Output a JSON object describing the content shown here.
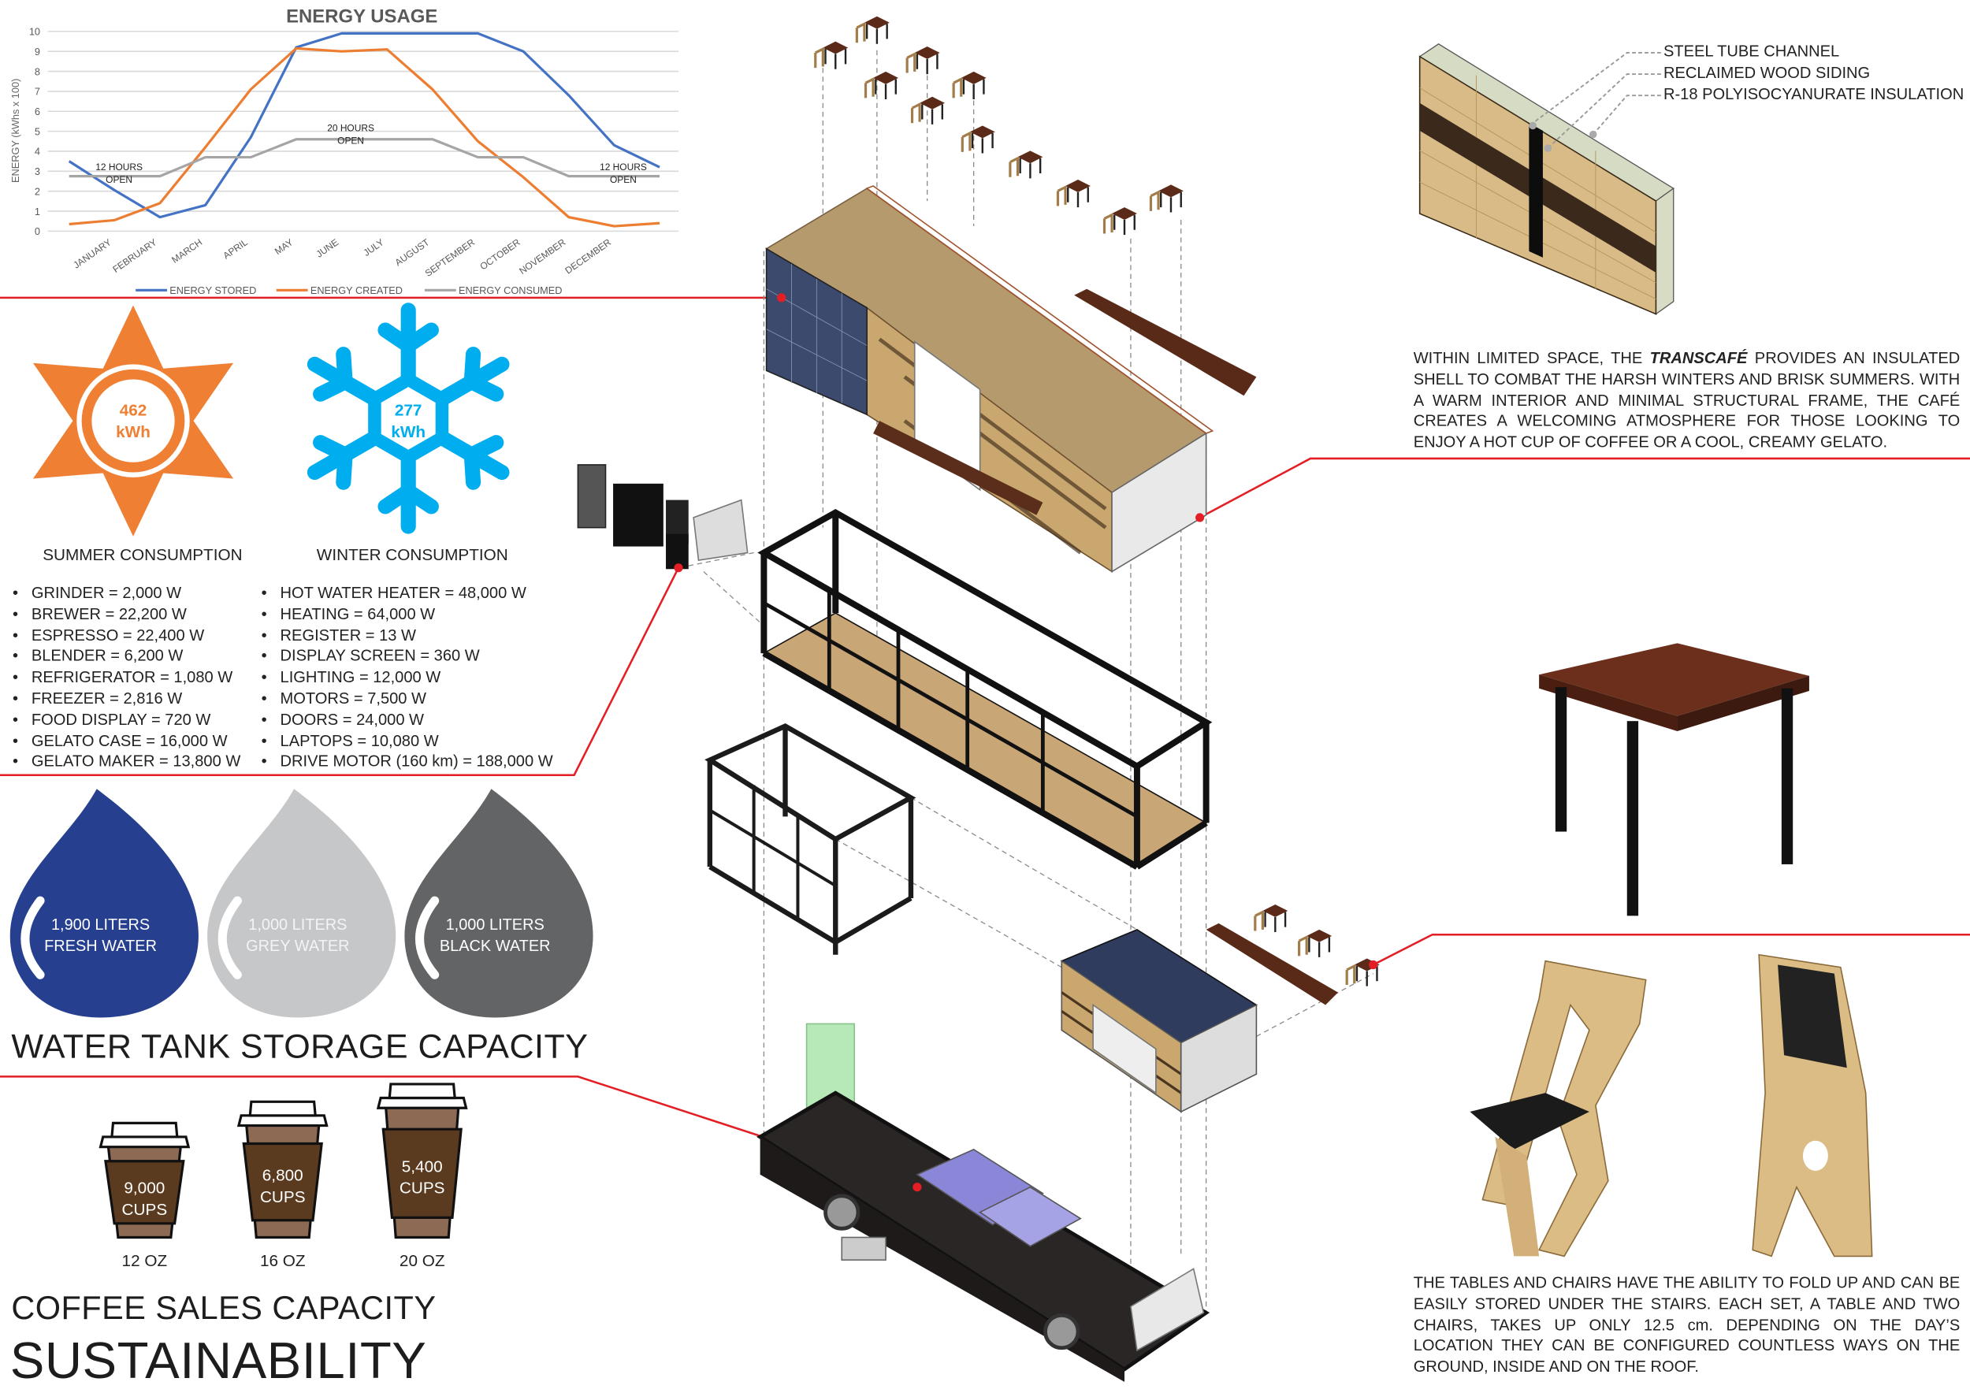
{
  "chart_data": {
    "type": "line",
    "title": "ENERGY USAGE",
    "ylabel": "ENERGY (kWhs x 100)",
    "xlabel": "",
    "ylim": [
      0,
      10
    ],
    "yticks": [
      "0",
      "1",
      "2",
      "3",
      "4",
      "5",
      "6",
      "7",
      "8",
      "9",
      "10"
    ],
    "grid": true,
    "legend_position": "bottom",
    "categories": [
      "JANUARY",
      "FEBRUARY",
      "MARCH",
      "APRIL",
      "MAY",
      "JUNE",
      "JULY",
      "AUGUST",
      "SEPTEMBER",
      "OCTOBER",
      "NOVEMBER",
      "DECEMBER"
    ],
    "series": [
      {
        "name": "ENERGY STORED",
        "color": "#4472c4",
        "edge_start": 3.5,
        "edge_end": 3.2,
        "values": [
          2.05,
          0.7,
          1.3,
          4.7,
          9.2,
          9.9,
          9.9,
          9.9,
          9.9,
          9.0,
          6.8,
          4.3
        ]
      },
      {
        "name": "ENERGY CREATED",
        "color": "#ed7d31",
        "edge_start": 0.35,
        "edge_end": 0.4,
        "values": [
          0.55,
          1.4,
          4.2,
          7.1,
          9.15,
          9.0,
          9.1,
          7.1,
          4.5,
          2.7,
          0.7,
          0.25
        ]
      },
      {
        "name": "ENERGY CONSUMED",
        "color": "#a5a5a5",
        "edge_start": 2.75,
        "edge_end": 2.75,
        "values": [
          2.75,
          2.75,
          3.7,
          3.7,
          4.6,
          4.6,
          4.6,
          4.6,
          3.7,
          3.7,
          2.75,
          2.75
        ]
      }
    ],
    "annotations": [
      {
        "line1": "12 HOURS",
        "line2": "OPEN",
        "month": "JANUARY"
      },
      {
        "line1": "20 HOURS",
        "line2": "OPEN",
        "month": "JULY"
      },
      {
        "line1": "12 HOURS",
        "line2": "OPEN",
        "month": "DECEMBER"
      }
    ]
  },
  "colors": {
    "accent_red": "#e31e24",
    "sun": "#ee7f33",
    "snow": "#00aeef",
    "fresh": "#263f8f",
    "grey": "#c6c7c9",
    "black_water": "#636466",
    "cup_body": "#8c6a54",
    "cup_sleeve": "#5b3b1f"
  },
  "summer": {
    "value": "462",
    "unit": "kWh",
    "title": "SUMMER CONSUMPTION",
    "items": [
      "GRINDER = 2,000 W",
      "BREWER = 22,200 W",
      "ESPRESSO = 22,400 W",
      "BLENDER = 6,200 W",
      "REFRIGERATOR = 1,080 W",
      "FREEZER = 2,816 W",
      "FOOD DISPLAY = 720 W",
      "GELATO CASE = 16,000 W",
      "GELATO MAKER = 13,800 W"
    ]
  },
  "winter": {
    "value": "277",
    "unit": "kWh",
    "title": "WINTER CONSUMPTION",
    "items": [
      "HOT WATER HEATER = 48,000 W",
      "HEATING = 64,000 W",
      "REGISTER = 13 W",
      "DISPLAY SCREEN = 360 W",
      "LIGHTING = 12,000 W",
      "MOTORS = 7,500 W",
      "DOORS = 24,000 W",
      "LAPTOPS = 10,080 W",
      "DRIVE MOTOR (160 km) = 188,000 W"
    ]
  },
  "water": {
    "title": "WATER TANK STORAGE CAPACITY",
    "tanks": [
      {
        "amount": "1,900 LITERS",
        "type": "FRESH WATER"
      },
      {
        "amount": "1,000 LITERS",
        "type": "GREY WATER"
      },
      {
        "amount": "1,000 LITERS",
        "type": "BLACK WATER"
      }
    ]
  },
  "coffee": {
    "title": "COFFEE SALES CAPACITY",
    "cups": [
      {
        "count": "9,000",
        "unit": "CUPS",
        "size": "12 OZ"
      },
      {
        "count": "6,800",
        "unit": "CUPS",
        "size": "16 OZ"
      },
      {
        "count": "5,400",
        "unit": "CUPS",
        "size": "20 OZ"
      }
    ]
  },
  "page_title": "SUSTAINABILITY",
  "wall": {
    "labels": [
      "STEEL TUBE CHANNEL",
      "RECLAIMED WOOD SIDING",
      "R-18 POLYISOCYANURATE INSULATION"
    ]
  },
  "para1": {
    "before": "WITHIN LIMITED SPACE, THE ",
    "em": "TRANSCAFÉ",
    "after": " PROVIDES AN INSULATED SHELL TO COMBAT THE HARSH WINTERS AND BRISK SUMMERS.  WITH A WARM INTERIOR AND MINIMAL STRUCTURAL FRAME, THE CAFÉ CREATES A WELCOMING ATMOSPHERE FOR THOSE LOOKING TO ENJOY A HOT CUP OF COFFEE OR A COOL, CREAMY GELATO."
  },
  "para2": "THE TABLES AND CHAIRS HAVE THE ABILITY TO FOLD UP AND CAN BE EASILY STORED UNDER THE STAIRS. EACH SET, A TABLE AND TWO CHAIRS, TAKES UP ONLY 12.5 cm.  DEPENDING ON THE DAY’S LOCATION THEY CAN BE CONFIGURED COUNTLESS WAYS ON THE GROUND, INSIDE AND ON THE ROOF."
}
